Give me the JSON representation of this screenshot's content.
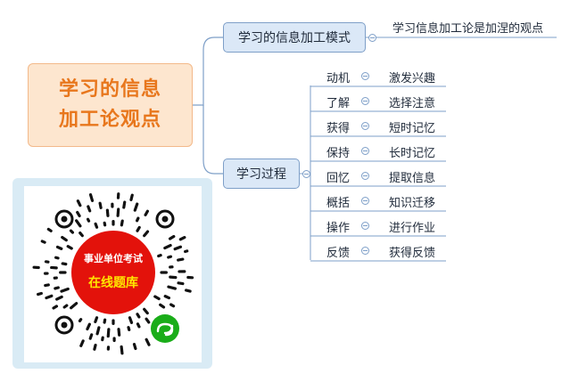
{
  "root": {
    "line1": "学习的信息",
    "line2": "加工论观点"
  },
  "branch_model": {
    "label": "学习的信息加工模式",
    "leaf": "学习信息加工论是加涅的观点"
  },
  "branch_process": {
    "label": "学习过程",
    "stages": [
      {
        "stage": "动机",
        "desc": "激发兴趣"
      },
      {
        "stage": "了解",
        "desc": "选择注意"
      },
      {
        "stage": "获得",
        "desc": "短时记忆"
      },
      {
        "stage": "保持",
        "desc": "长时记忆"
      },
      {
        "stage": "回忆",
        "desc": "提取信息"
      },
      {
        "stage": "概括",
        "desc": "知识迁移"
      },
      {
        "stage": "操作",
        "desc": "进行作业"
      },
      {
        "stage": "反馈",
        "desc": "获得反馈"
      }
    ]
  },
  "qr_code": {
    "title": "事业单位考试",
    "subtitle": "在线题库"
  },
  "colors": {
    "root_text": "#e8771d",
    "root_bg": "#fde6cf",
    "branch_bg": "#dbe8f7",
    "line": "#7e9fc8",
    "qr_red": "#e3120b",
    "qr_yellow": "#ffe600",
    "miniprogram_green": "#1aad19"
  }
}
